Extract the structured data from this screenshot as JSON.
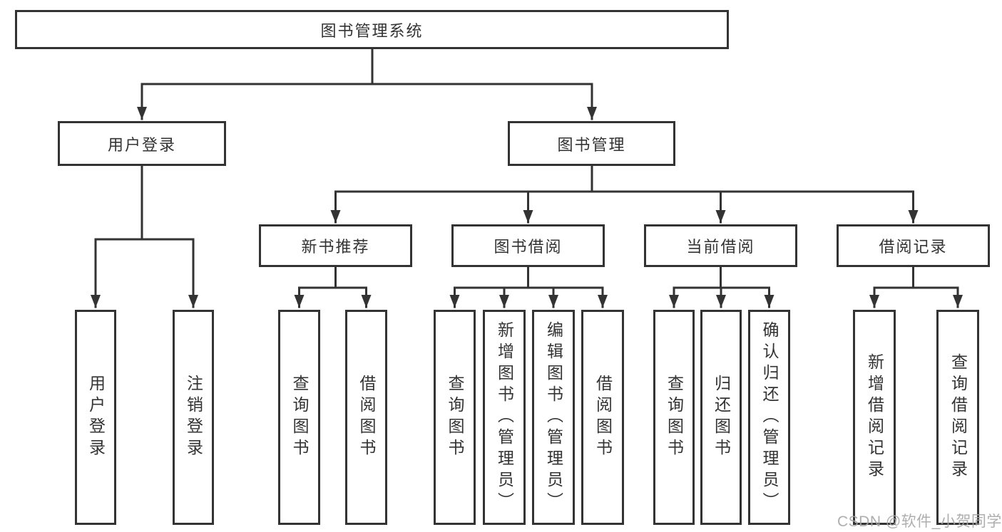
{
  "tree": {
    "label": "图书管理系统",
    "children": [
      {
        "label": "用户登录",
        "children": [
          {
            "label": "用户登录"
          },
          {
            "label": "注销登录"
          }
        ]
      },
      {
        "label": "图书管理",
        "children": [
          {
            "label": "新书推荐",
            "children": [
              {
                "label": "查询图书"
              },
              {
                "label": "借阅图书"
              }
            ]
          },
          {
            "label": "图书借阅",
            "children": [
              {
                "label": "查询图书"
              },
              {
                "label": "新增图书（管理员）"
              },
              {
                "label": "编辑图书（管理员）"
              },
              {
                "label": "借阅图书"
              }
            ]
          },
          {
            "label": "当前借阅",
            "children": [
              {
                "label": "查询图书"
              },
              {
                "label": "归还图书"
              },
              {
                "label": "确认归还（管理员）"
              }
            ]
          },
          {
            "label": "借阅记录",
            "children": [
              {
                "label": "新增借阅记录"
              },
              {
                "label": "查询借阅记录"
              }
            ]
          }
        ]
      }
    ]
  },
  "watermark": {
    "text": "CSDN @软件_小贺同学"
  },
  "colors": {
    "line": "#333333",
    "text": "#333333",
    "watermark": "#a6a6a6"
  }
}
